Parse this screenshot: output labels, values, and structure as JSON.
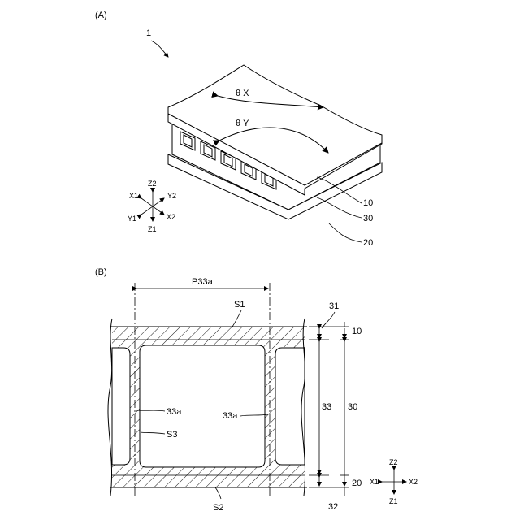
{
  "panel_a": {
    "label": "(A)",
    "ref_main": "1",
    "theta_x": "θ X",
    "theta_y": "θ Y",
    "ref_10": "10",
    "ref_30": "30",
    "ref_20": "20",
    "axes": {
      "z2": "Z2",
      "z1": "Z1",
      "x1": "X1",
      "x2": "X2",
      "y1": "Y1",
      "y2": "Y2"
    }
  },
  "panel_b": {
    "label": "(B)",
    "pitch": "P33a",
    "s1": "S1",
    "s2": "S2",
    "s3": "S3",
    "ref_33a_left": "33a",
    "ref_33a_right": "33a",
    "ref_31": "31",
    "ref_10": "10",
    "ref_33": "33",
    "ref_30": "30",
    "ref_20": "20",
    "ref_32": "32",
    "axes": {
      "z2": "Z2",
      "z1": "Z1",
      "x1": "X1",
      "x2": "X2"
    }
  }
}
